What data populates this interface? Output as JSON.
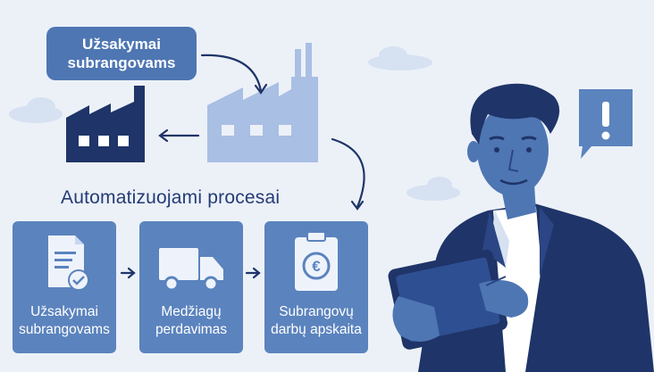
{
  "callout": {
    "line1": "Užsakymai",
    "line2": "subrangovams"
  },
  "section_title": "Automatizuojami procesai",
  "cards": [
    {
      "line1": "Užsakymai",
      "line2": "subrangovams",
      "icon": "document-check-icon"
    },
    {
      "line1": "Medžiagų",
      "line2": "perdavimas",
      "icon": "truck-icon"
    },
    {
      "line1": "Subrangovų",
      "line2": "darbų apskaita",
      "icon": "clipboard-euro-icon"
    }
  ],
  "alert": {
    "icon": "exclamation-icon"
  },
  "colors": {
    "background": "#ecf1f8",
    "card": "#5b83be",
    "navy": "#1f3468",
    "light_factory": "#a9bfe3"
  }
}
